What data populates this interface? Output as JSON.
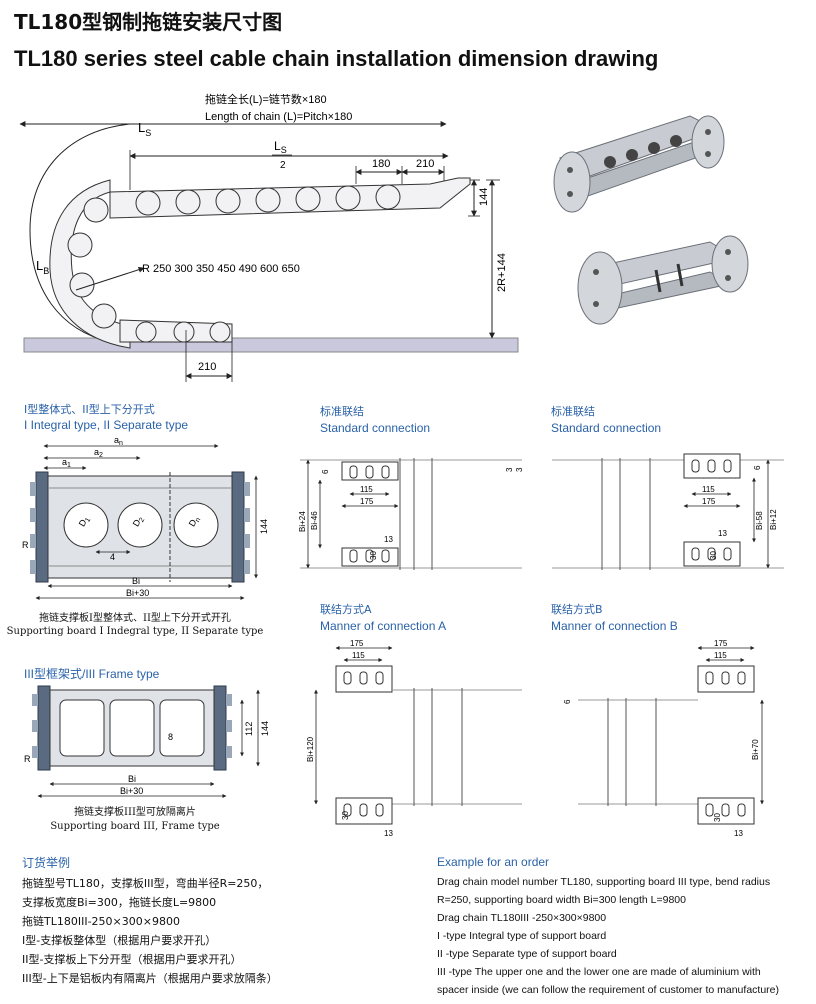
{
  "title_cn": "TL180型钢制拖链安装尺寸图",
  "title_en": "TL180 series steel cable chain installation dimension drawing",
  "main_drawing": {
    "length_formula_cn": "拖链全长(L)=链节数×180",
    "length_formula_en": "Length of chain (L)=Pitch×180",
    "ls_label": "L",
    "ls_sub": "S",
    "ls_half_label": "L",
    "ls_half_sub": "S",
    "ls_half_den": "2",
    "lb_label": "L",
    "lb_sub": "B",
    "dim_180": "180",
    "dim_210_top": "210",
    "dim_144": "144",
    "dim_2r144": "2R+144",
    "dim_210_bottom": "210",
    "radius_label": "R 250  300  350  450  490  600  650"
  },
  "section_integral": {
    "title_cn": "I型整体式、II型上下分开式",
    "title_en": "I Integral type, II Separate type",
    "an": "a",
    "an_sub": "n",
    "a1": "a",
    "a1_sub": "1",
    "a2": "a",
    "a2_sub": "2",
    "d1": "D",
    "d1_sub": "1",
    "d2": "D",
    "d2_sub": "2",
    "dn": "D",
    "dn_sub": "n",
    "r": "R",
    "dim_4": "4",
    "dim_144": "144",
    "bi": "Bi",
    "bi30": "Bi+30",
    "caption_cn": "拖链支撑板I型整体式、II型上下分开式开孔",
    "caption_en": "Supporting board I Indegral type, II Separate type"
  },
  "section_frame": {
    "title": "III型框架式/III Frame type",
    "r": "R",
    "dim_8": "8",
    "dim_112": "112",
    "dim_144": "144",
    "bi": "Bi",
    "bi30": "Bi+30",
    "caption_cn": "拖链支撑板III型可放隔离片",
    "caption_en": "Supporting board III, Frame type"
  },
  "std_conn_1": {
    "title_cn": "标准联结",
    "title_en": "Standard connection",
    "dim_6": "6",
    "dim_3a": "3",
    "dim_3b": "3",
    "dim_115": "115",
    "dim_175": "175",
    "bi24": "Bi+24",
    "bi46": "Bi-46",
    "dim_13": "13",
    "dim_30": "30"
  },
  "std_conn_2": {
    "title_cn": "标准联结",
    "title_en": "Standard connection",
    "dim_6": "6",
    "dim_115": "115",
    "dim_175": "175",
    "bi58": "Bi-58",
    "bi12": "Bi+12",
    "dim_13": "13",
    "dim_30": "30"
  },
  "conn_a": {
    "title_cn": "联结方式A",
    "title_en": "Manner of connection A",
    "dim_175": "175",
    "dim_115": "115",
    "bi120": "Bi+120",
    "dim_30": "30",
    "dim_13": "13"
  },
  "conn_b": {
    "title_cn": "联结方式B",
    "title_en": "Manner of connection B",
    "dim_175": "175",
    "dim_115": "115",
    "dim_6": "6",
    "bi70": "Bi+70",
    "dim_30": "30",
    "dim_13": "13"
  },
  "order_cn": {
    "title": "订货举例",
    "line1": "拖链型号TL180，支撑板III型，弯曲半径R=250，",
    "line2": "支撑板宽度Bi=300，拖链长度L=9800",
    "line3": "拖链TL180III-250×300×9800",
    "line4": "I型-支撑板整体型（根据用户要求开孔）",
    "line5": "II型-支撑板上下分开型（根据用户要求开孔）",
    "line6": "III型-上下是铝板内有隔离片（根据用户要求放隔条）"
  },
  "order_en": {
    "title": "Example for an order",
    "line1": "Drag chain model number TL180, supporting board III type, bend radius",
    "line2": "R=250, supporting board width Bi=300 length L=9800",
    "line3": "Drag chain TL180III -250×300×9800",
    "line4": "I -type Integral type of support board",
    "line5": "II -type Separate type of support board",
    "line6": "III -type The upper one and the lower one are made of aluminium with",
    "line7": "spacer inside  (we can follow the requirement of customer to manufacture)"
  },
  "colors": {
    "blue_heading": "#2a62a8",
    "floor": "#c9c8dc",
    "steel": "#c8ccd2"
  }
}
